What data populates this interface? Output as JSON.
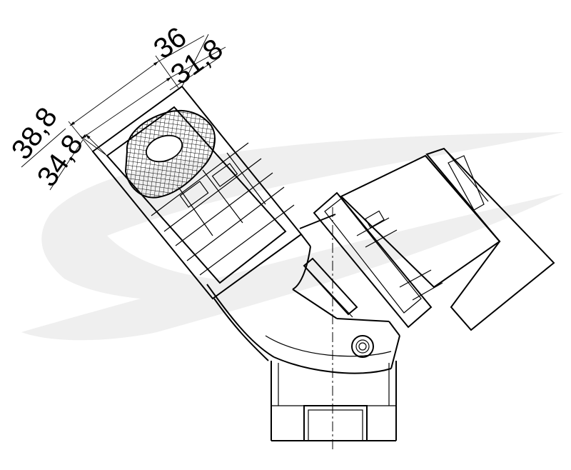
{
  "dimensions": {
    "outer_length": "36",
    "inner_length": "31,8",
    "outer_width": "38,8",
    "inner_width": "34,8"
  },
  "colors": {
    "line": "#000000",
    "watermark": "#ececec"
  }
}
